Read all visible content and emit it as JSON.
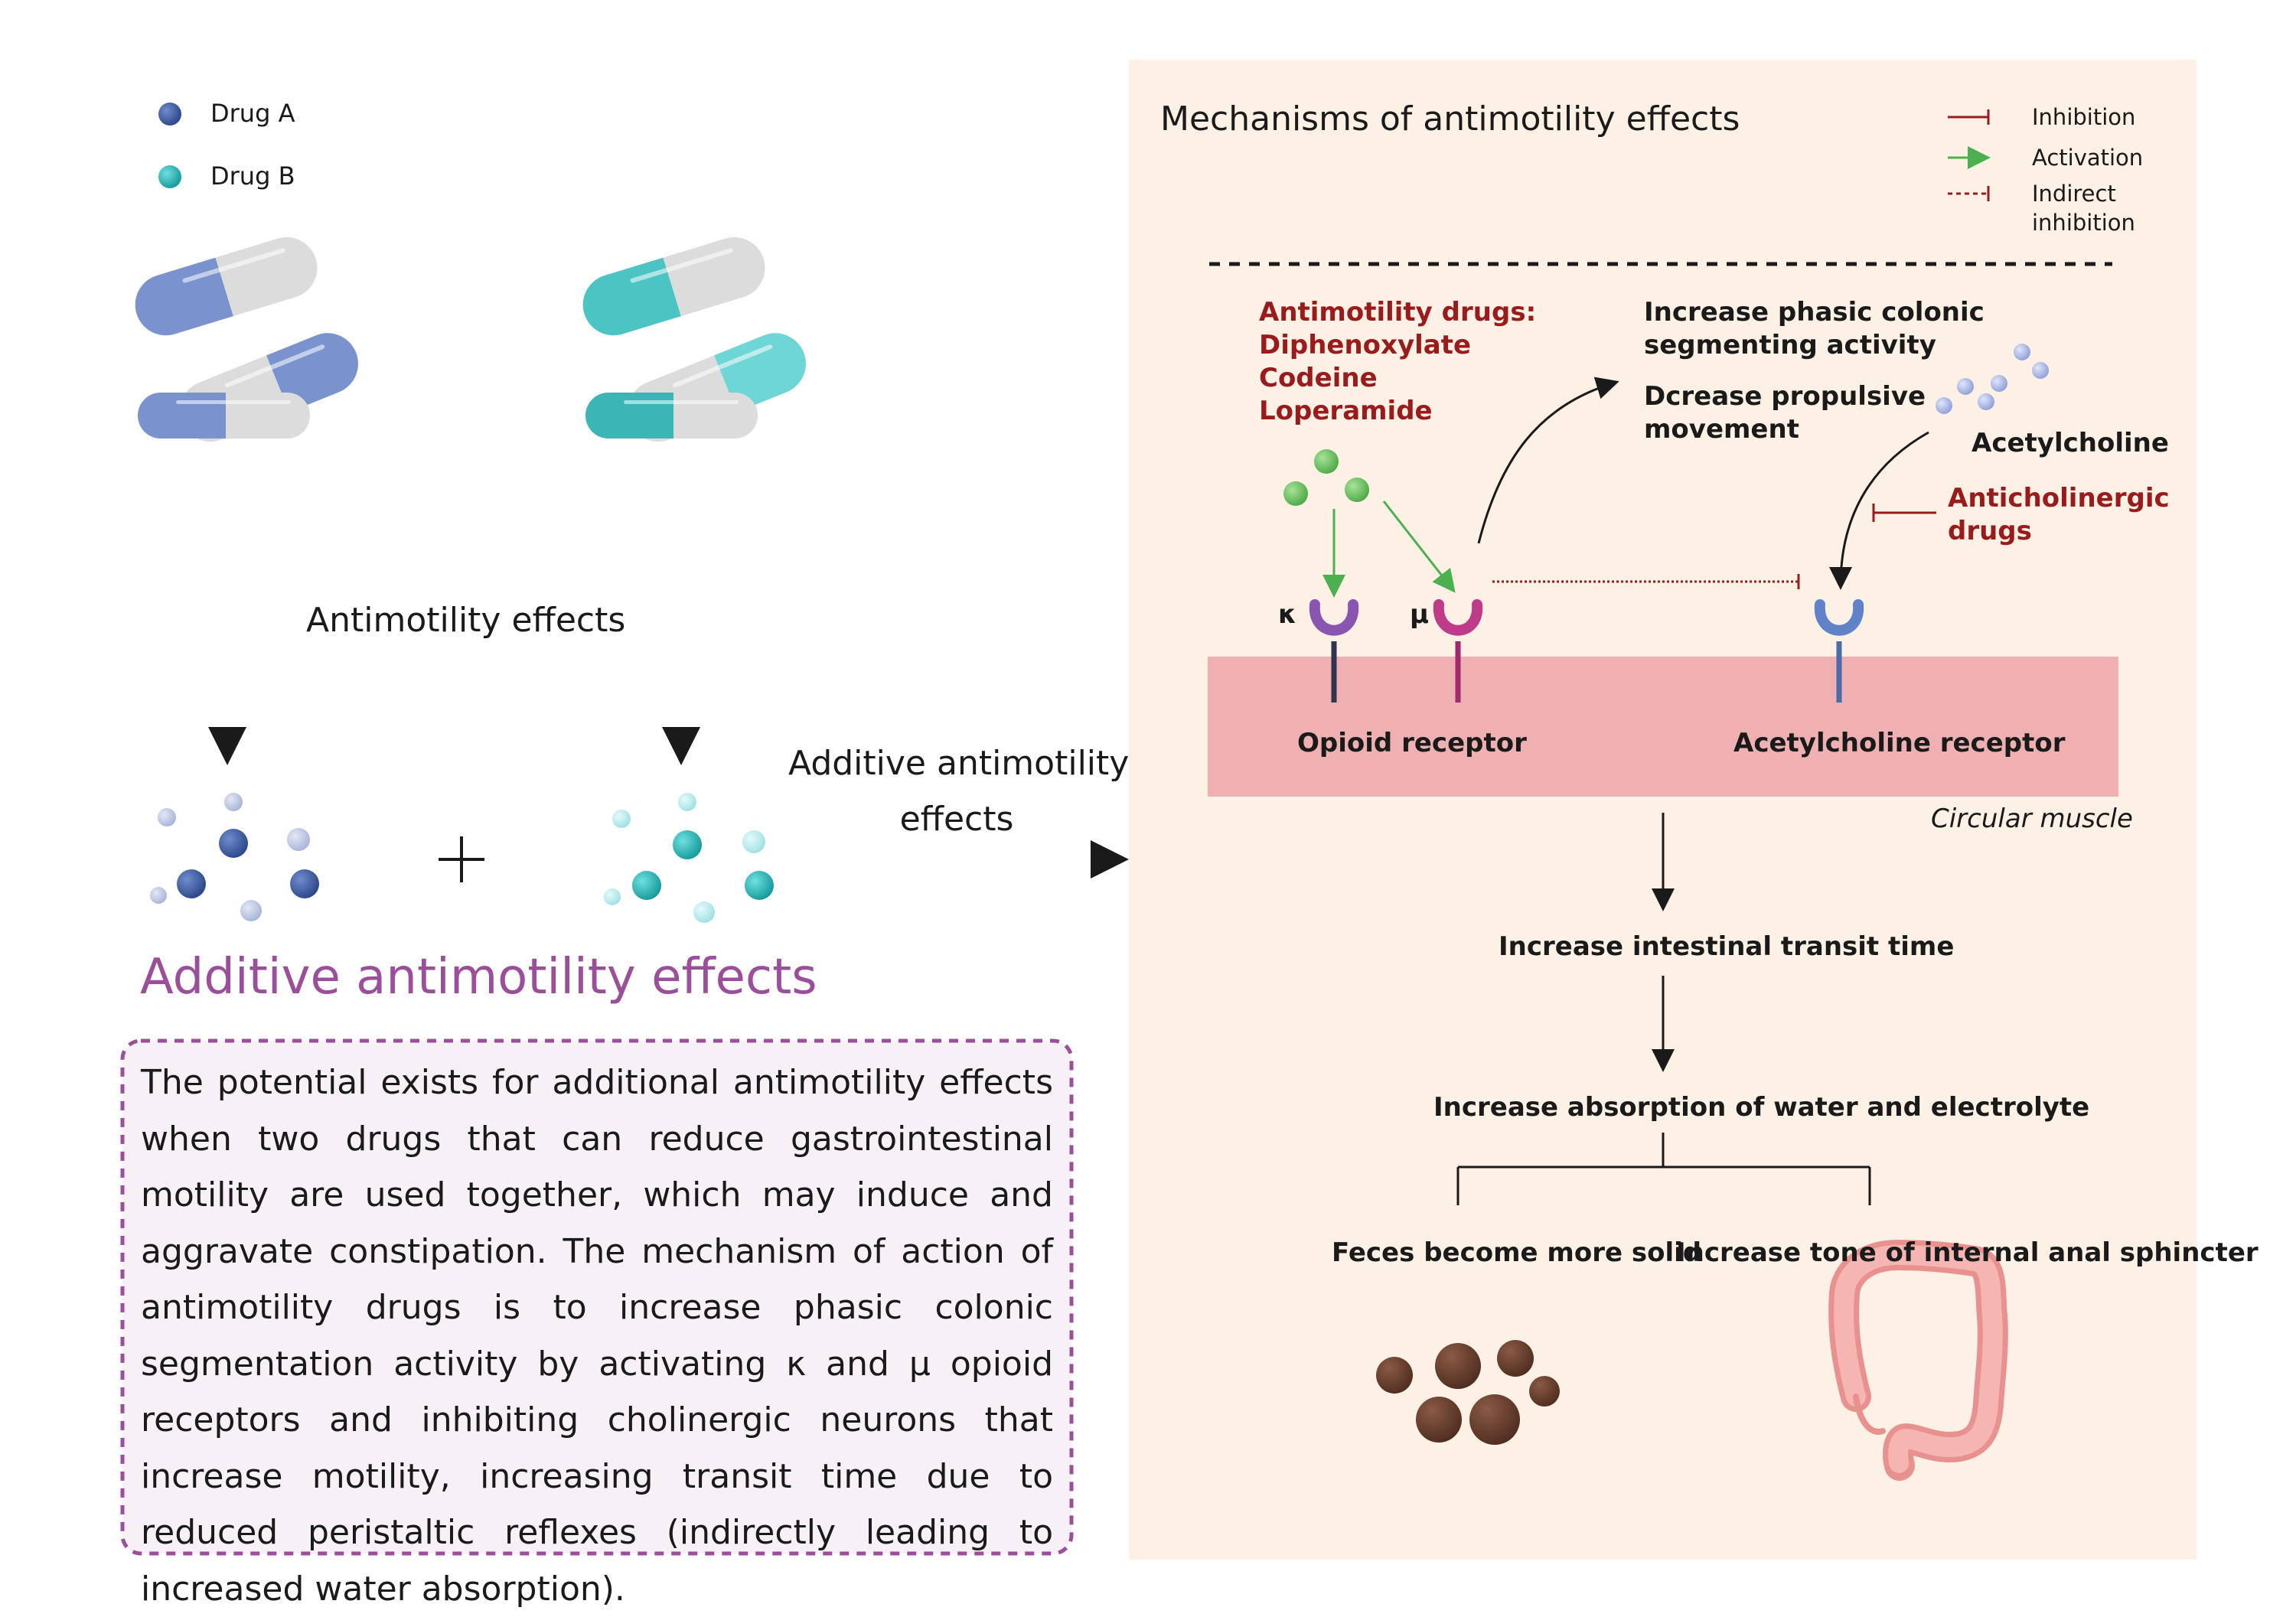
{
  "legend_left": {
    "drug_a": "Drug A",
    "drug_b": "Drug B"
  },
  "left": {
    "antimotility_label": "Antimotility effects",
    "plus_sign": "+",
    "additive_arrow_label_1": "Additive antimotility",
    "additive_arrow_label_2": "effects",
    "additive_title": "Additive antimotility effects",
    "description": "The potential exists for additional antimotility effects when two drugs that can reduce gastrointestinal motility are used together, which may induce and aggravate constipation. The mechanism of action of antimotility drugs is to increase phasic colonic segmentation activity by activating κ and μ opioid receptors and inhibiting cholinergic neurons that increase motility, increasing transit time due to reduced peristaltic reflexes (indirectly leading to increased water absorption)."
  },
  "panel": {
    "title": "Mechanisms of antimotility effects",
    "legend": {
      "inhibition": "Inhibition",
      "activation": "Activation",
      "indirect_1": "Indirect",
      "indirect_2": "inhibition"
    },
    "drugs_heading": "Antimotility drugs:",
    "drugs": [
      "Diphenoxylate",
      "Codeine",
      "Loperamide"
    ],
    "effect_1a": "Increase phasic colonic",
    "effect_1b": "segmenting activity",
    "effect_2a": "Dcrease propulsive",
    "effect_2b": "movement",
    "acetylcholine": "Acetylcholine",
    "anticholinergic_1": "Anticholinergic",
    "anticholinergic_2": "drugs",
    "kappa": "κ",
    "mu": "μ",
    "opioid_receptor": "Opioid receptor",
    "ach_receptor": "Acetylcholine receptor",
    "muscle_label": "Circular muscle",
    "step_1": "Increase intestinal transit time",
    "step_2": "Increase absorption of water and electrolyte",
    "outcome_left": "Feces become more solid",
    "outcome_right": "Increase tone of internal anal sphincter"
  },
  "colors": {
    "drug_a": "#3e5a99",
    "drug_b": "#2fb8b8",
    "panel_bg": "#fdf0e4",
    "muscle": "#eeb0b0",
    "inhibition": "#9a1b1b",
    "activation": "#4caf50",
    "title_purple": "#9b4f9b"
  }
}
